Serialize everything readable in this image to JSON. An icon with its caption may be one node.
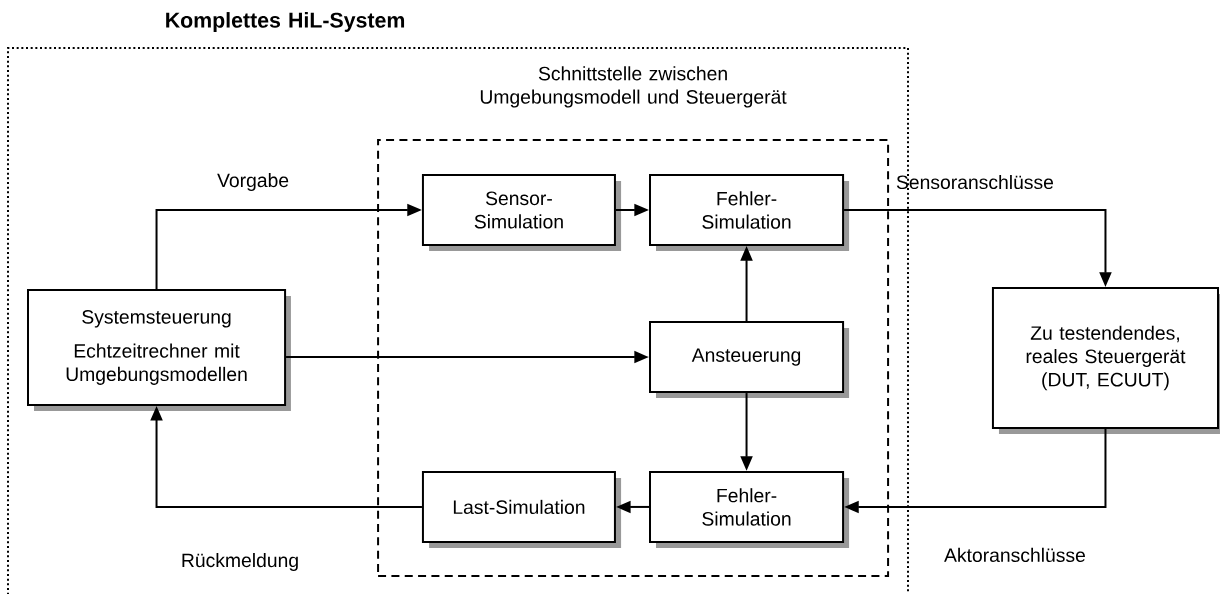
{
  "diagram": {
    "nodes": [
      {
        "text": [
          "Komplettes HiL-System"
        ]
      },
      {
        "text": [
          "Schnittstelle zwischen Umgebungsmodell und Steuergerät"
        ],
        "in": 0
      },
      {
        "text": [
          "Systemsteuerung",
          "Echtzeitrechner mit Umgebungsmodellen"
        ],
        "in": 0
      },
      {
        "text": [
          "Sensor-Simulation"
        ],
        "in": 1
      },
      {
        "text": [
          "Fehler-Simulation"
        ],
        "in": 1
      },
      {
        "text": [
          "Ansteuerung"
        ],
        "in": 1
      },
      {
        "text": [
          "Last-Simulation"
        ],
        "in": 1
      },
      {
        "text": [
          "Fehler-Simulation"
        ],
        "in": 1
      },
      {
        "text": [
          "Zu testendendes, reales Steuergerät (DUT, ECUUT)"
        ]
      }
    ],
    "edges": [
      {
        "from": 2,
        "to": 3,
        "arrow": "to",
        "label": "Vorgabe"
      },
      {
        "from": 3,
        "to": 4,
        "arrow": "to"
      },
      {
        "from": 4,
        "to": 8,
        "arrow": "to",
        "label": "Sensoranschlüsse"
      },
      {
        "from": 2,
        "to": 5,
        "arrow": "to"
      },
      {
        "from": 5,
        "to": 4,
        "arrow": "to"
      },
      {
        "from": 5,
        "to": 7,
        "arrow": "to"
      },
      {
        "from": 8,
        "to": 7,
        "arrow": "to",
        "label": "Aktoranschlüsse"
      },
      {
        "from": 7,
        "to": 6,
        "arrow": "to"
      },
      {
        "from": 6,
        "to": 2,
        "arrow": "to",
        "label": "Rückmeldung"
      }
    ]
  }
}
